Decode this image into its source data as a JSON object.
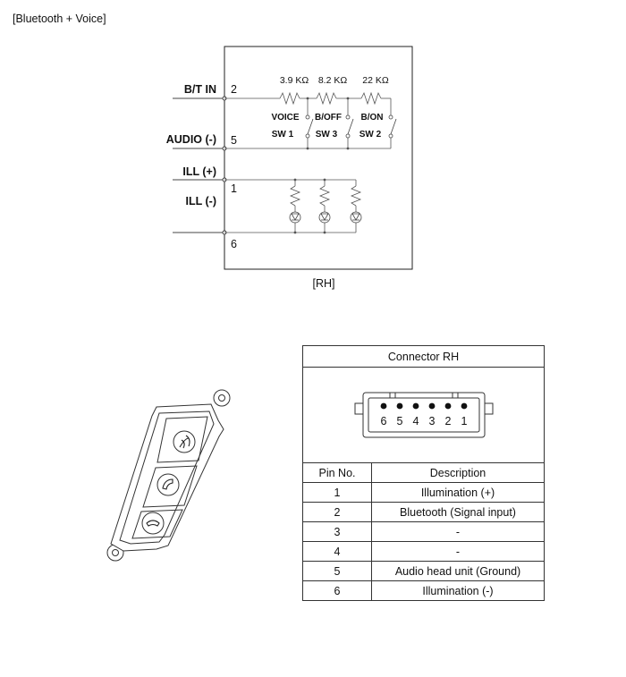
{
  "section_title": "[Bluetooth + Voice]",
  "diagram": {
    "left_labels": [
      "B/T IN",
      "AUDIO (-)",
      "ILL (+)",
      "ILL (-)"
    ],
    "pin_numbers": [
      "2",
      "5",
      "1",
      "6"
    ],
    "resistors": [
      "3.9 KΩ",
      "8.2 KΩ",
      "22 KΩ"
    ],
    "switches": [
      {
        "name": "VOICE",
        "id": "SW 1"
      },
      {
        "name": "B/OFF",
        "id": "SW 3"
      },
      {
        "name": "B/ON",
        "id": "SW 2"
      }
    ],
    "caption": "[RH]"
  },
  "button_icons": [
    "voice-icon",
    "phone-pickup-icon",
    "phone-hangup-icon"
  ],
  "connector": {
    "title": "Connector RH",
    "pin_labels": [
      "6",
      "5",
      "4",
      "3",
      "2",
      "1"
    ],
    "headers": [
      "Pin No.",
      "Description"
    ],
    "rows": [
      {
        "pin": "1",
        "desc": "Illumination (+)"
      },
      {
        "pin": "2",
        "desc": "Bluetooth (Signal input)"
      },
      {
        "pin": "3",
        "desc": "-"
      },
      {
        "pin": "4",
        "desc": "-"
      },
      {
        "pin": "5",
        "desc": "Audio head unit (Ground)"
      },
      {
        "pin": "6",
        "desc": "Illumination (-)"
      }
    ]
  }
}
